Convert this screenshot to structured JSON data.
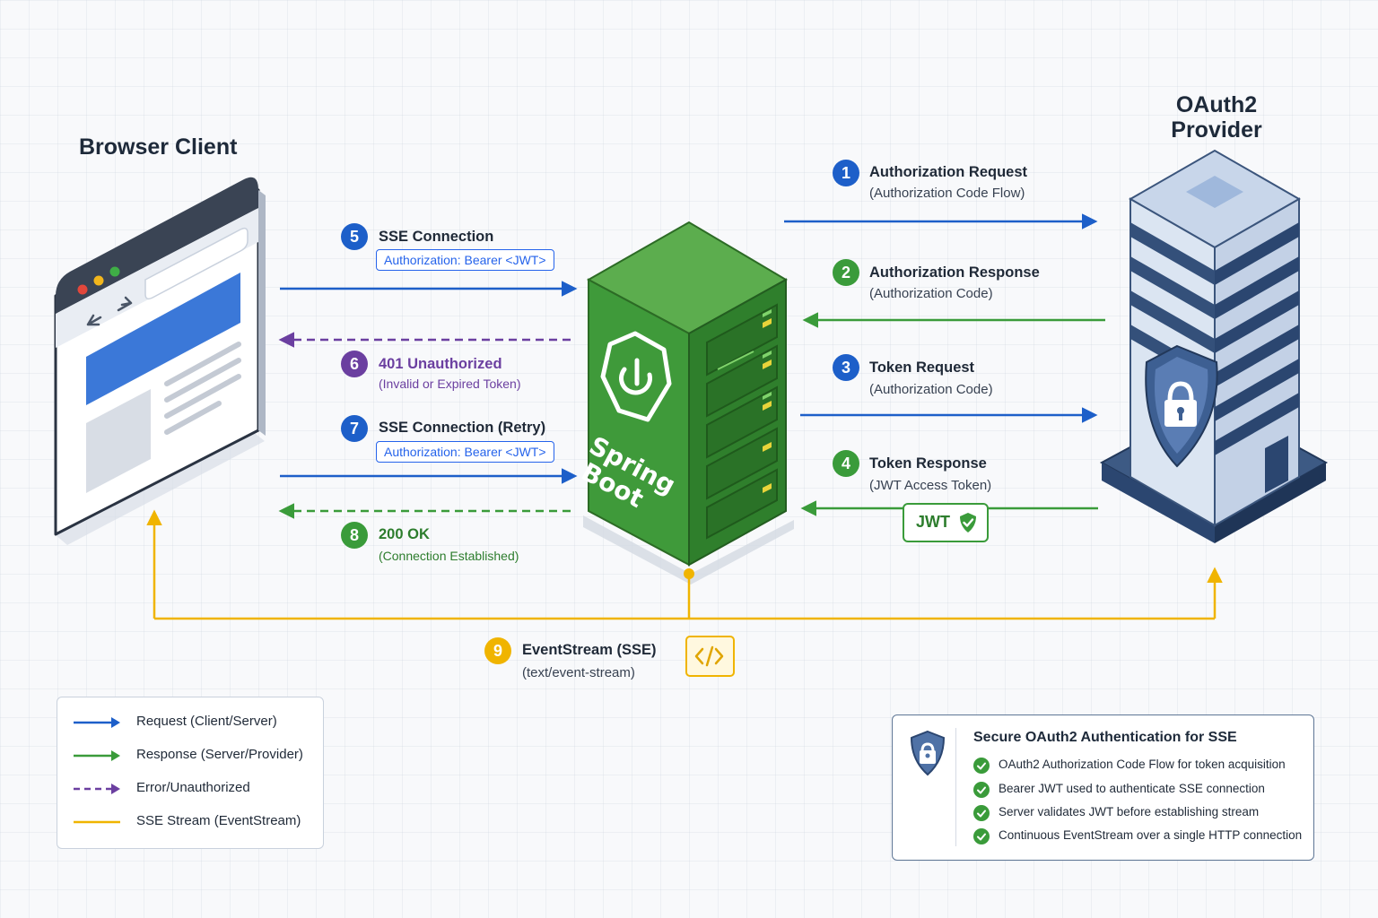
{
  "nodes": {
    "browser": {
      "title": "Browser Client"
    },
    "server": {
      "logo_line1": "Spring",
      "logo_line2": "Boot"
    },
    "provider": {
      "title_line1": "OAuth2",
      "title_line2": "Provider"
    }
  },
  "steps": [
    {
      "num": "1",
      "title": "Authorization Request",
      "sub": "(Authorization Code Flow)",
      "color": "#1d5fc9"
    },
    {
      "num": "2",
      "title": "Authorization Response",
      "sub": "(Authorization Code)",
      "color": "#3a9b3a"
    },
    {
      "num": "3",
      "title": "Token Request",
      "sub": "(Authorization Code)",
      "color": "#1d5fc9"
    },
    {
      "num": "4",
      "title": "Token Response",
      "sub": "(JWT Access Token)",
      "color": "#3a9b3a",
      "badge": "JWT"
    },
    {
      "num": "5",
      "title": "SSE Connection",
      "pill": "Authorization: Bearer <JWT>",
      "color": "#1d5fc9"
    },
    {
      "num": "6",
      "title": "401 Unauthorized",
      "sub": "(Invalid or Expired Token)",
      "color": "#6b3fa0"
    },
    {
      "num": "7",
      "title": "SSE Connection (Retry)",
      "pill": "Authorization: Bearer <JWT>",
      "color": "#1d5fc9"
    },
    {
      "num": "8",
      "title": "200 OK",
      "sub": "(Connection Established)",
      "color": "#3a9b3a"
    },
    {
      "num": "9",
      "title": "EventStream (SSE)",
      "sub": "(text/event-stream)",
      "color": "#f0b400",
      "icon": "code-icon"
    }
  ],
  "legend": [
    {
      "label": "Request (Client/Server)",
      "color": "#1d5fc9",
      "style": "solid-arrow"
    },
    {
      "label": "Response (Server/Provider)",
      "color": "#3a9b3a",
      "style": "solid-arrow"
    },
    {
      "label": "Error/Unauthorized",
      "color": "#6b3fa0",
      "style": "dashed-arrow"
    },
    {
      "label": "SSE Stream (EventStream)",
      "color": "#f0b400",
      "style": "line"
    }
  ],
  "summary": {
    "title": "Secure OAuth2 Authentication for SSE",
    "icon": "shield-lock-icon",
    "items": [
      "OAuth2 Authorization Code Flow for token acquisition",
      "Bearer JWT used to authenticate SSE connection",
      "Server validates JWT before establishing stream",
      "Continuous EventStream over a single HTTP connection"
    ]
  },
  "colors": {
    "blue": "#1d5fc9",
    "green": "#3a9b3a",
    "purple": "#6b3fa0",
    "yellow": "#f0b400",
    "navy": "#2b4770"
  }
}
